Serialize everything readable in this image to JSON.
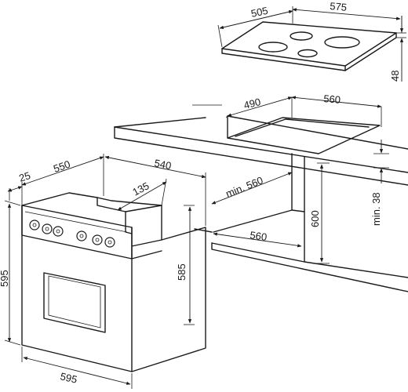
{
  "hob": {
    "width": "505",
    "depth": "575",
    "height": "48"
  },
  "cutout": {
    "depth": "490",
    "width": "560"
  },
  "cabinet": {
    "min_width": "min. 560",
    "inner_width": "560",
    "height": "600",
    "min_gap": "min. 38"
  },
  "oven": {
    "front_offset": "25",
    "body_depth": "550",
    "total_depth": "540",
    "top_offset": "135",
    "body_height": "585",
    "front_height": "595",
    "front_width": "595"
  }
}
